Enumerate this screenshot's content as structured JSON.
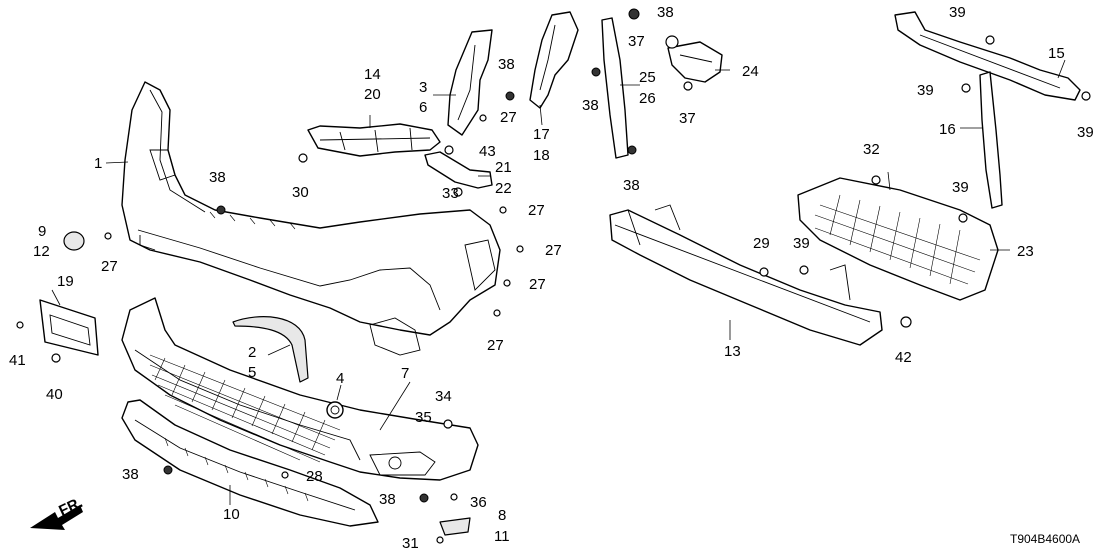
{
  "diagram_code": "T904B4600A",
  "direction_label": "FR.",
  "callouts": {
    "c1": "1",
    "c2": "2",
    "c3": "3",
    "c4": "4",
    "c5": "5",
    "c6": "6",
    "c7": "7",
    "c8": "8",
    "c9": "9",
    "c10": "10",
    "c11": "11",
    "c12": "12",
    "c13": "13",
    "c14": "14",
    "c15": "15",
    "c16": "16",
    "c17": "17",
    "c18": "18",
    "c19": "19",
    "c20": "20",
    "c21": "21",
    "c22": "22",
    "c23": "23",
    "c24": "24",
    "c25": "25",
    "c26": "26",
    "c27": "27",
    "c28": "28",
    "c29": "29",
    "c30": "30",
    "c31": "31",
    "c32": "32",
    "c33": "33",
    "c34": "34",
    "c35": "35",
    "c36": "36",
    "c37": "37",
    "c38": "38",
    "c39": "39",
    "c40": "40",
    "c41": "41",
    "c42": "42",
    "c43": "43"
  }
}
